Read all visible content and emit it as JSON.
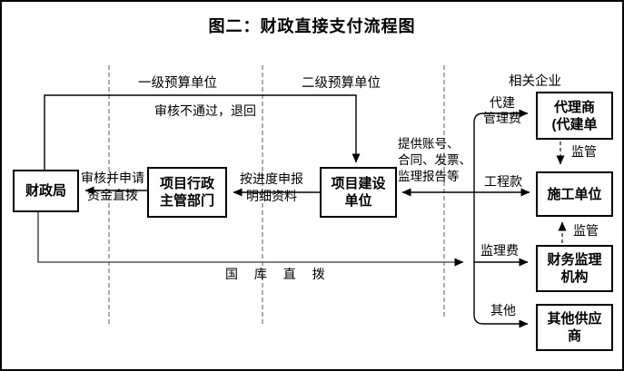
{
  "title": "图二：财政直接支付流程图",
  "lanes": [
    {
      "label": "一级预算单位"
    },
    {
      "label": "二级预算单位"
    },
    {
      "label": "相关企业"
    }
  ],
  "nodes": {
    "finance_bureau": {
      "label": "财政局"
    },
    "admin_dept": {
      "line1": "项目行政",
      "line2": "主管部门"
    },
    "construction_unit": {
      "line1": "项目建设",
      "line2": "单位"
    },
    "agent": {
      "line1": "代理商",
      "line2": "(代建单"
    },
    "contractor": {
      "label": "施工单位"
    },
    "financial_supervisor": {
      "line1": "财务监理",
      "line2": "机构"
    },
    "other_supplier": {
      "line1": "其他供应",
      "line2": "商"
    }
  },
  "edges": {
    "reject": "审核不通过，退回",
    "apply_line1": "审核并申请",
    "apply_line2": "资金直拨",
    "report_line1": "按进度申报",
    "report_line2": "明细资料",
    "docs_line1": "提供账号、",
    "docs_line2": "合同、发票、",
    "docs_line3": "监理报告等",
    "agent_fee_line1": "代建",
    "agent_fee_line2": "管理费",
    "project_fee": "工程款",
    "supervision_fee": "监理费",
    "other": "其他",
    "treasury_direct": "国 库 直 拨",
    "supervise_top": "监管",
    "supervise_bottom": "监管"
  },
  "colors": {
    "line": "#000000",
    "lane_divider": "#999999",
    "treasury_line": "#555555",
    "supervise_dash": "#555555"
  }
}
